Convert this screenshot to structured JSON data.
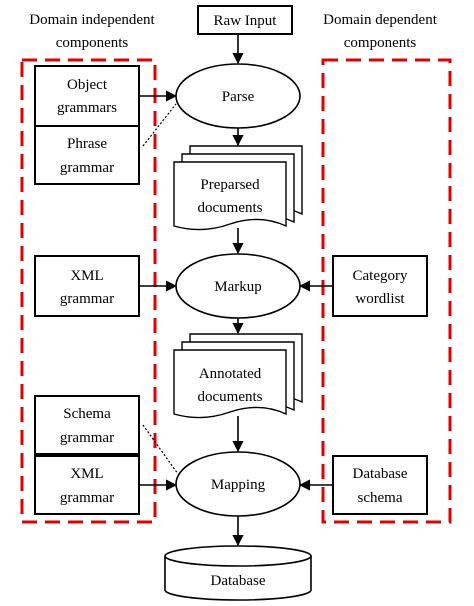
{
  "headers": {
    "left_line1": "Domain independent",
    "left_line2": "components",
    "right_line1": "Domain dependent",
    "right_line2": "components"
  },
  "nodes": {
    "raw_input": "Raw Input",
    "parse": "Parse",
    "preparsed_line1": "Preparsed",
    "preparsed_line2": "documents",
    "markup": "Markup",
    "annotated_line1": "Annotated",
    "annotated_line2": "documents",
    "mapping": "Mapping",
    "database": "Database",
    "object_grammars_line1": "Object",
    "object_grammars_line2": "grammars",
    "phrase_grammar_line1": "Phrase",
    "phrase_grammar_line2": "grammar",
    "xml_grammar1_line1": "XML",
    "xml_grammar1_line2": "grammar",
    "schema_grammar_line1": "Schema",
    "schema_grammar_line2": "grammar",
    "xml_grammar2_line1": "XML",
    "xml_grammar2_line2": "grammar",
    "category_wordlist_line1": "Category",
    "category_wordlist_line2": "wordlist",
    "database_schema_line1": "Database",
    "database_schema_line2": "schema"
  }
}
